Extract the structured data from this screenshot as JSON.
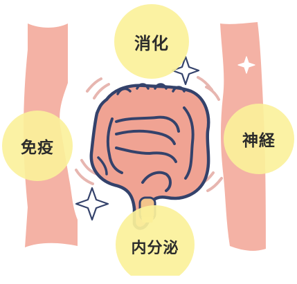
{
  "labels": {
    "digestion": "消化",
    "immunity": "免疫",
    "nerve": "神経",
    "endocrine": "内分泌"
  },
  "colors": {
    "bubble": "#fbf19a",
    "intestine_fill": "#f0a393",
    "intestine_outline": "#34426b",
    "intestine_detail": "#e67d73",
    "side_band": "#f4b2a5",
    "sparkle": "#ffffff",
    "sparkle_outline": "#34426b",
    "motion_marks": "#e7b6b0"
  },
  "icons": {
    "intestine": "large-intestine-illustration",
    "sparkles": "sparkle-icon",
    "motion_marks": "motion-lines"
  }
}
